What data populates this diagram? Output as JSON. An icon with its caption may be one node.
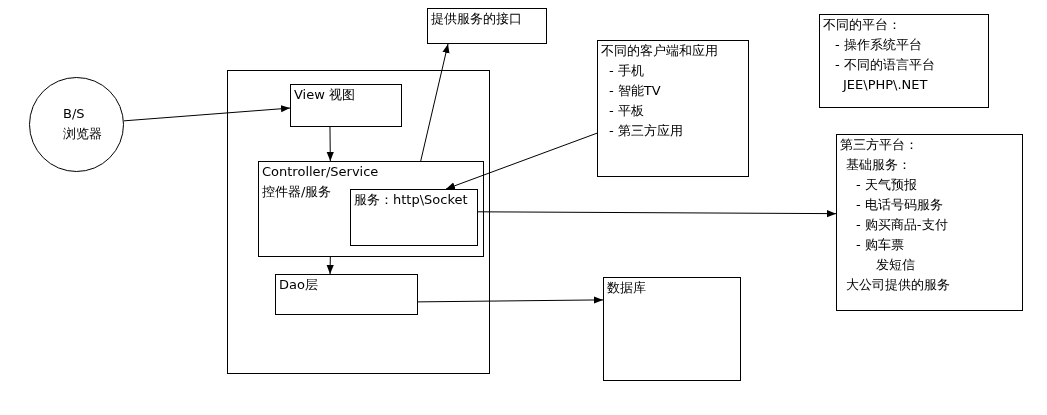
{
  "diagram": {
    "nodes": [
      {
        "text": [
          "B/S",
          "浏览器"
        ]
      },
      {
        "text": [
          "提供服务的接口"
        ]
      },
      {
        "text": [],
        "shape": "box"
      },
      {
        "text": [
          "View 视图"
        ],
        "in": 2
      },
      {
        "text": [
          "Controller/Service",
          "控件器/服务"
        ],
        "in": 2
      },
      {
        "text": [
          "服务：http\\Socket"
        ],
        "in": 4
      },
      {
        "text": [
          "Dao层"
        ],
        "in": 2
      },
      {
        "text": [
          "不同的客户端和应用",
          "- 手机",
          "- 智能TV",
          "- 平板",
          "- 第三方应用"
        ]
      },
      {
        "text": [
          "数据库"
        ]
      },
      {
        "text": [
          "不同的平台：",
          "- 操作系统平台",
          "- 不同的语言平台",
          "JEE\\PHP\\.NET"
        ]
      },
      {
        "text": [
          "第三方平台：",
          "基础服务：",
          "- 天气预报",
          "- 电话号码服务",
          "- 购买商品-支付",
          "- 购车票",
          "发短信",
          "大公司提供的服务"
        ]
      }
    ],
    "edges": [
      {
        "from": 0,
        "to": 3,
        "arrow": "to"
      },
      {
        "from": 3,
        "to": 4,
        "arrow": "to"
      },
      {
        "from": 4,
        "to": 1,
        "arrow": "to"
      },
      {
        "from": 7,
        "to": 5,
        "arrow": "to"
      },
      {
        "from": 5,
        "to": 10,
        "arrow": "to"
      },
      {
        "from": 4,
        "to": 6,
        "arrow": "to"
      },
      {
        "from": 6,
        "to": 8,
        "arrow": "to"
      }
    ]
  }
}
